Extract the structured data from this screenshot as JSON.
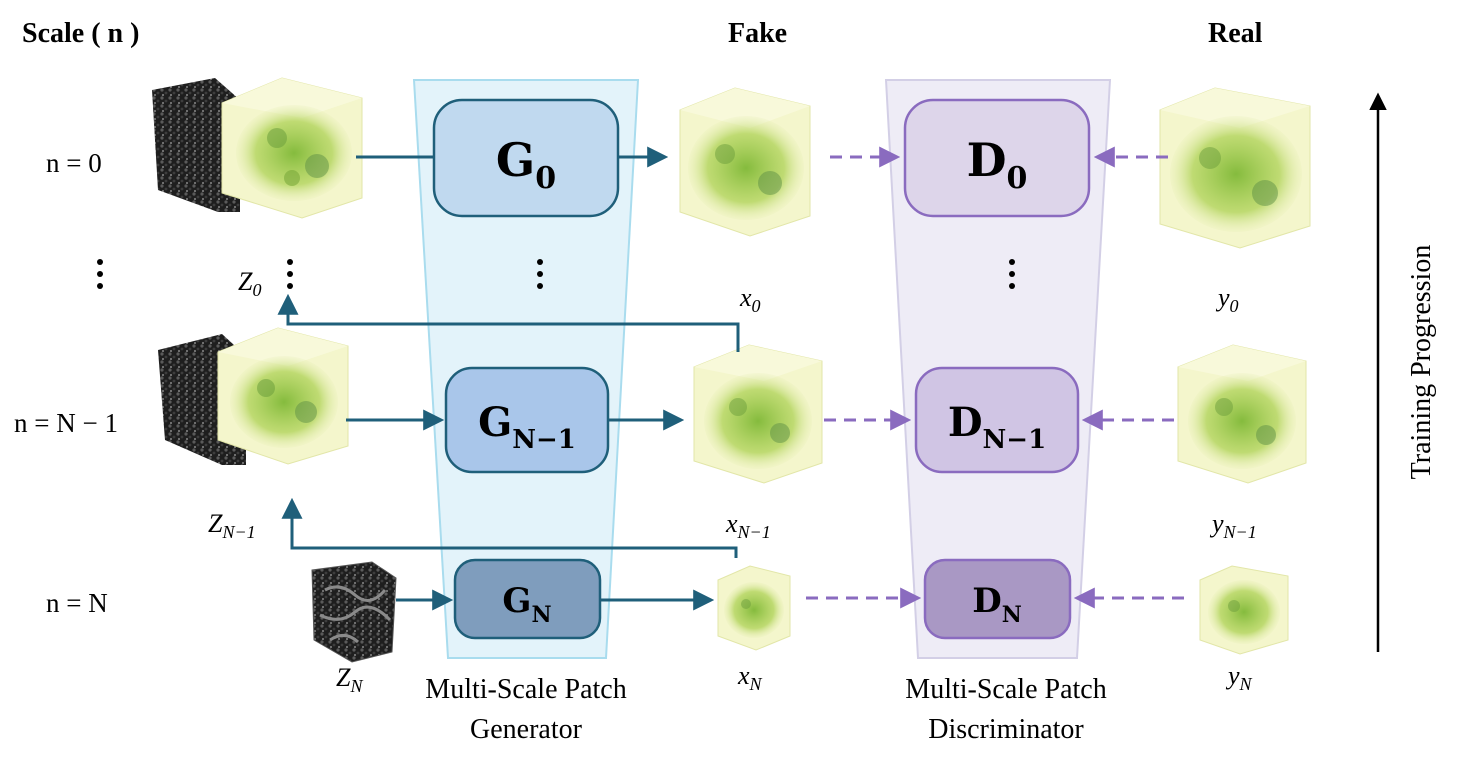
{
  "headers": {
    "scale": "Scale ( n )",
    "fake": "Fake",
    "real": "Real",
    "training": "Training Progression"
  },
  "scales": {
    "top": "n = 0",
    "mid": "n = N − 1",
    "bottom": "n = N"
  },
  "noise_labels": {
    "z0": "Z",
    "z0_sub": "0",
    "zn1": "Z",
    "zn1_sub": "N−1",
    "zn": "Z",
    "zn_sub": "N"
  },
  "fake_labels": {
    "x0": "x",
    "x0_sub": "0",
    "xn1": "x",
    "xn1_sub": "N−1",
    "xn": "x",
    "xn_sub": "N"
  },
  "real_labels": {
    "y0": "y",
    "y0_sub": "0",
    "yn1": "y",
    "yn1_sub": "N−1",
    "yn": "y",
    "yn_sub": "N"
  },
  "generators": {
    "g0": "G",
    "g0_sub": "0",
    "gn1": "G",
    "gn1_sub": "N−1",
    "gn": "G",
    "gn_sub": "N"
  },
  "discriminators": {
    "d0": "D",
    "d0_sub": "0",
    "dn1": "D",
    "dn1_sub": "N−1",
    "dn": "D",
    "dn_sub": "N"
  },
  "captions": {
    "gen_line1": "Multi-Scale  Patch",
    "gen_line2": "Generator",
    "disc_line1": "Multi-Scale  Patch",
    "disc_line2": "Discriminator"
  },
  "colors": {
    "generator_arrow": "#1f5f7a",
    "discriminator_arrow": "#8a6bbf",
    "generator_panel": "#e3f3fa",
    "discriminator_panel": "#eeecf6",
    "g_box_top": "#c0d9ef",
    "g_box_mid": "#a9c6ea",
    "g_box_bottom": "#7f9dbd",
    "d_box_top": "#ddd5ea",
    "d_box_mid": "#d0c5e4",
    "d_box_bottom": "#a998c4",
    "cube_green": "#8fbf3a",
    "cube_face": "#f4f6cc"
  }
}
